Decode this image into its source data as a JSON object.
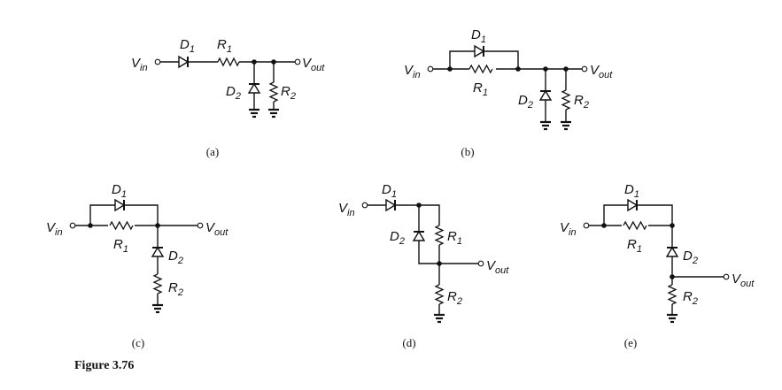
{
  "figure_label": "Figure 3.76",
  "symbols": {
    "vin_main": "V",
    "vin_sub": "in",
    "vout_main": "V",
    "vout_sub": "out",
    "d_main": "D",
    "r_main": "R",
    "one": "1",
    "two": "2"
  },
  "circuits": [
    {
      "id": "a",
      "caption": "(a)"
    },
    {
      "id": "b",
      "caption": "(b)"
    },
    {
      "id": "c",
      "caption": "(c)"
    },
    {
      "id": "d",
      "caption": "(d)"
    },
    {
      "id": "e",
      "caption": "(e)"
    }
  ]
}
